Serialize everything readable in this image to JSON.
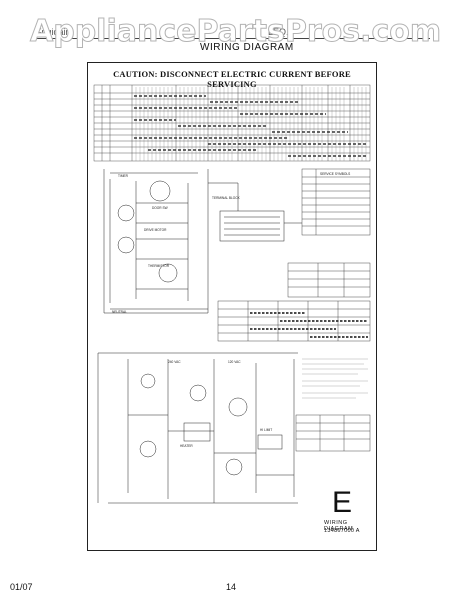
{
  "watermark": "AppliancePartsPros.com",
  "header": {
    "brand": "Frigidaire",
    "model": "LEQ...",
    "title": "WIRING DIAGRAM"
  },
  "diagram": {
    "caution": "CAUTION: DISCONNECT ELECTRIC CURRENT BEFORE SERVICING",
    "letter": "E",
    "title": "WIRING DIAGRAM",
    "number": "134867000 A"
  },
  "footer": {
    "date": "01/07",
    "page": "14"
  }
}
